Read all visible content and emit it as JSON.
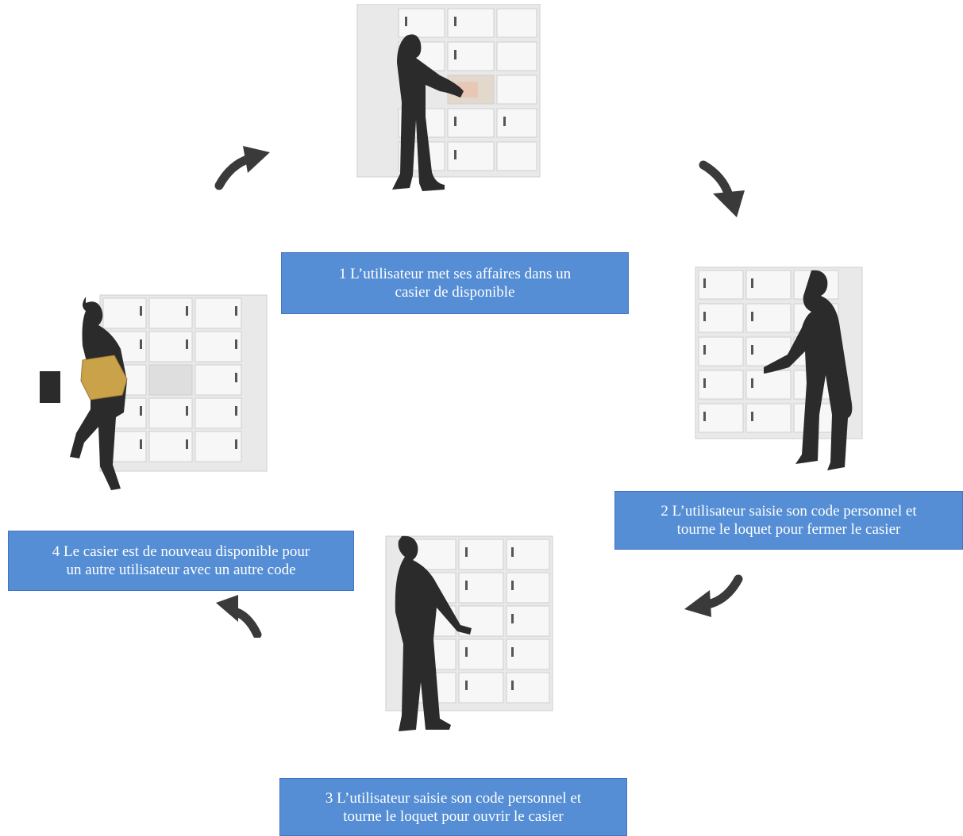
{
  "colors": {
    "box_bg": "#558ed5",
    "box_border": "#4472c4",
    "box_text": "#ffffff",
    "arrow": "#3a3a3a",
    "silhouette": "#2b2b2b",
    "locker": "#eeeeee",
    "parcel": "#c9a24a"
  },
  "steps": [
    {
      "number": "1",
      "line1": "1 L’utilisateur met ses affaires dans un",
      "line2": "casier de disponible",
      "icon": "person-putting-items-in-locker"
    },
    {
      "number": "2",
      "line1": "2 L’utilisateur saisie son code personnel et",
      "line2": "tourne le loquet pour fermer le casier",
      "icon": "person-locking-locker"
    },
    {
      "number": "3",
      "line1": "3 L’utilisateur saisie son code personnel et",
      "line2": "tourne le loquet pour ouvrir le casier",
      "icon": "person-opening-locker"
    },
    {
      "number": "4",
      "line1": "4 Le casier est de nouveau disponible pour",
      "line2": "un autre utilisateur avec un autre code",
      "icon": "woman-leaving-with-parcel"
    }
  ],
  "arrows": [
    {
      "name": "curved-arrow-icon",
      "direction": "up-right"
    },
    {
      "name": "curved-arrow-icon",
      "direction": "down-right"
    },
    {
      "name": "curved-arrow-icon",
      "direction": "down-left"
    },
    {
      "name": "curved-arrow-icon",
      "direction": "up-left"
    }
  ]
}
